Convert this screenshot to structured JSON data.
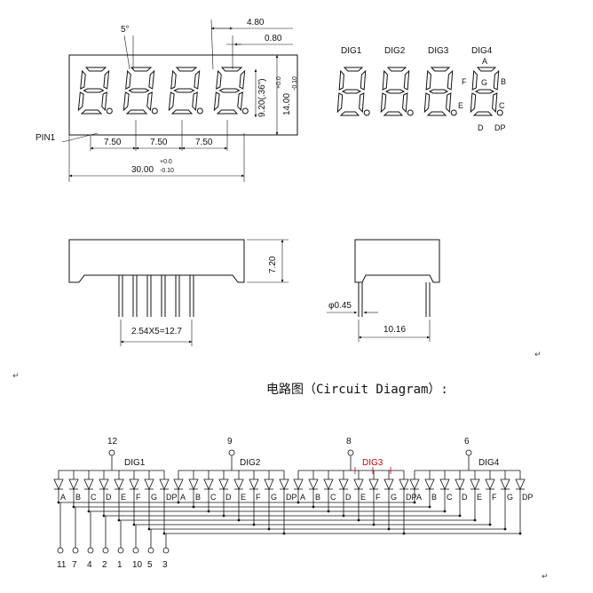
{
  "front_view": {
    "angle_label": "5°",
    "dim_top1": "4.80",
    "dim_top2": "0.80",
    "height_label": "9.20(.36\")",
    "height2_label": "14.00",
    "height2_tol_plus": "+0.0",
    "height2_tol_minus": "-0.10",
    "pin1_label": "PIN1",
    "pitch_labels": [
      "7.50",
      "7.50",
      "7.50"
    ],
    "width_label": "30.00",
    "width_tol_plus": "+0.0",
    "width_tol_minus": "-0.10"
  },
  "segment_view": {
    "digit_labels": [
      "DIG1",
      "DIG2",
      "DIG3",
      "DIG4"
    ],
    "segments": {
      "a": "A",
      "b": "B",
      "c": "C",
      "d": "D",
      "e": "E",
      "f": "F",
      "g": "G",
      "dp": "DP"
    }
  },
  "side_view": {
    "height_label": "7.20",
    "pin_pitch_label": "2.54X5=12.7",
    "pin_dia_label": "φ0.45",
    "row_label": "10.16"
  },
  "circuit": {
    "title": "电路图（Circuit Diagram）:",
    "digit_labels": [
      "DIG1",
      "DIG2",
      "DIG3",
      "DIG4"
    ],
    "overlap_label": "DIG3",
    "common_pins": [
      "12",
      "9",
      "8",
      "6"
    ],
    "segment_labels": [
      "A",
      "B",
      "C",
      "D",
      "E",
      "F",
      "G",
      "DP"
    ],
    "bottom_pins": [
      "11",
      "7",
      "4",
      "2",
      "1",
      "10",
      "5",
      "3"
    ]
  },
  "marks": {
    "return_glyph": "↵"
  }
}
